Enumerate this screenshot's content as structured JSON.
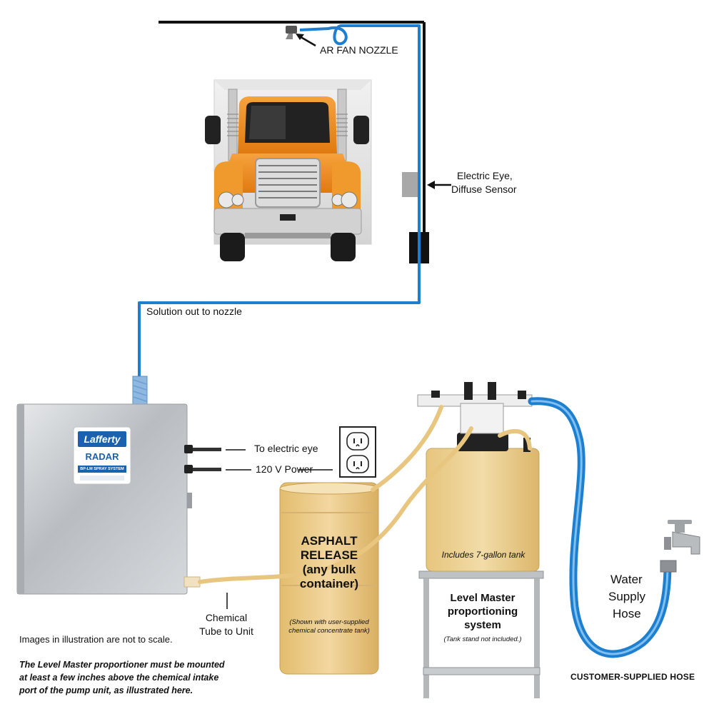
{
  "labels": {
    "ar_fan_nozzle": "AR FAN NOZZLE",
    "electric_eye_line1": "Electric Eye,",
    "electric_eye_line2": "Diffuse Sensor",
    "solution_out": "Solution out to nozzle",
    "to_electric_eye": "To electric eye",
    "power_120v": "120 V Power",
    "chemical_tube_line1": "Chemical",
    "chemical_tube_line2": "Tube to Unit",
    "water_supply_line1": "Water",
    "water_supply_line2": "Supply",
    "water_supply_line3": "Hose",
    "customer_supplied_hose": "CUSTOMER-SUPPLIED HOSE",
    "includes_tank": "Includes 7-gallon tank"
  },
  "asphalt_container": {
    "title_line1": "ASPHALT",
    "title_line2": "RELEASE",
    "title_line3": "(any bulk",
    "title_line4": "container)",
    "note": "(Shown with user-supplied chemical concentrate tank)"
  },
  "level_master": {
    "title_line1": "Level Master",
    "title_line2": "proportioning",
    "title_line3": "system",
    "note": "(Tank stand not included.)"
  },
  "unit_label": {
    "brand": "Lafferty",
    "product": "RADAR",
    "model": "BP-LM SPRAY SYSTEM"
  },
  "notes": {
    "scale": "Images in illustration are not to scale.",
    "mounting": "The Level Master proportioner must be mounted at least a few inches above the chemical intake port of the pump unit, as illustrated here."
  },
  "colors": {
    "hose_blue": "#1e7fd0",
    "chemical_amber": "#e8c680",
    "truck_orange": "#ef8a1c",
    "steel": "#c7cacd",
    "brand_blue": "#1a62b0"
  }
}
